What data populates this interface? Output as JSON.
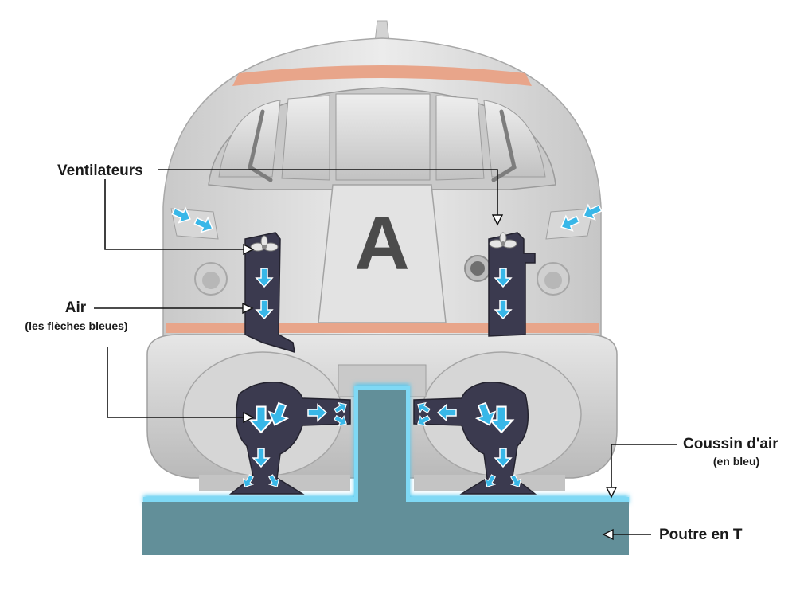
{
  "labels": {
    "fans": "Ventilateurs",
    "air": "Air",
    "air_sub": "(les flèches bleues)",
    "cushion": "Coussin d'air",
    "cushion_sub": "(en bleu)",
    "beam": "Poutre en T"
  },
  "logo_letter": "A",
  "colors": {
    "body": "#dcdcdc",
    "stripe": "#e8a58a",
    "duct": "#3b3a4f",
    "air_arrow": "#38b7e8",
    "cushion": "#4fc8f0",
    "beam": "#628f99"
  }
}
